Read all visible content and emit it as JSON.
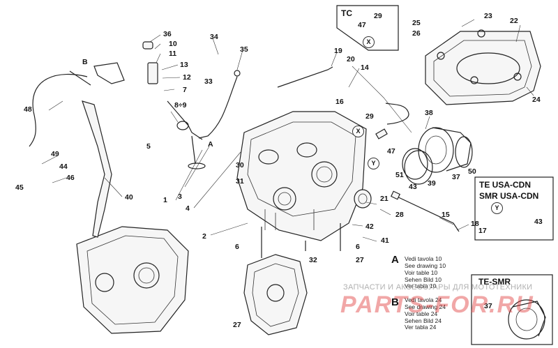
{
  "callouts": [
    "36",
    "10",
    "11",
    "13",
    "12",
    "7",
    "5",
    "8÷9",
    "34",
    "35",
    "33",
    "19",
    "20",
    "14",
    "16",
    "48",
    "49",
    "44",
    "45",
    "46",
    "40",
    "1",
    "2",
    "3",
    "4",
    "30",
    "31",
    "6",
    "6",
    "32",
    "27",
    "27",
    "21",
    "28",
    "42",
    "41",
    "29",
    "47",
    "51",
    "43",
    "39",
    "37",
    "50",
    "15",
    "18",
    "17",
    "38",
    "25",
    "23",
    "26",
    "22",
    "24",
    "29",
    "47",
    "43",
    "37"
  ],
  "box_tc": {
    "title": "TC",
    "items": [
      "29",
      "47"
    ],
    "marker": "X"
  },
  "box_usa": {
    "title_line1": "TE USA-CDN",
    "title_line2": "SMR USA-CDN",
    "marker": "Y",
    "item": "43"
  },
  "box_tesmr": {
    "title": "TE-SMR",
    "item": "37"
  },
  "letters": {
    "b_top": "B"
  },
  "markers": {
    "x_main": "X",
    "y_main": "Y"
  },
  "note_a": {
    "letter": "A",
    "lines": [
      "Vedi tavola 10",
      "See drawing 10",
      "Voir table 10",
      "Sehen Bild 10",
      "Ver tabla 10"
    ]
  },
  "note_b": {
    "letter": "B",
    "lines": [
      "Vedi tavola 24",
      "See drawing 24",
      "Voir table 24",
      "Sehen Bild 24",
      "Ver tabla 24"
    ]
  },
  "watermark": {
    "text_ru": "ЗАПЧАСТИ И АКСЕССУАРЫ ДЛЯ МОТОТЕХНИКИ",
    "logo": "PARTS-FOR.RU"
  },
  "arrow_label": "A"
}
